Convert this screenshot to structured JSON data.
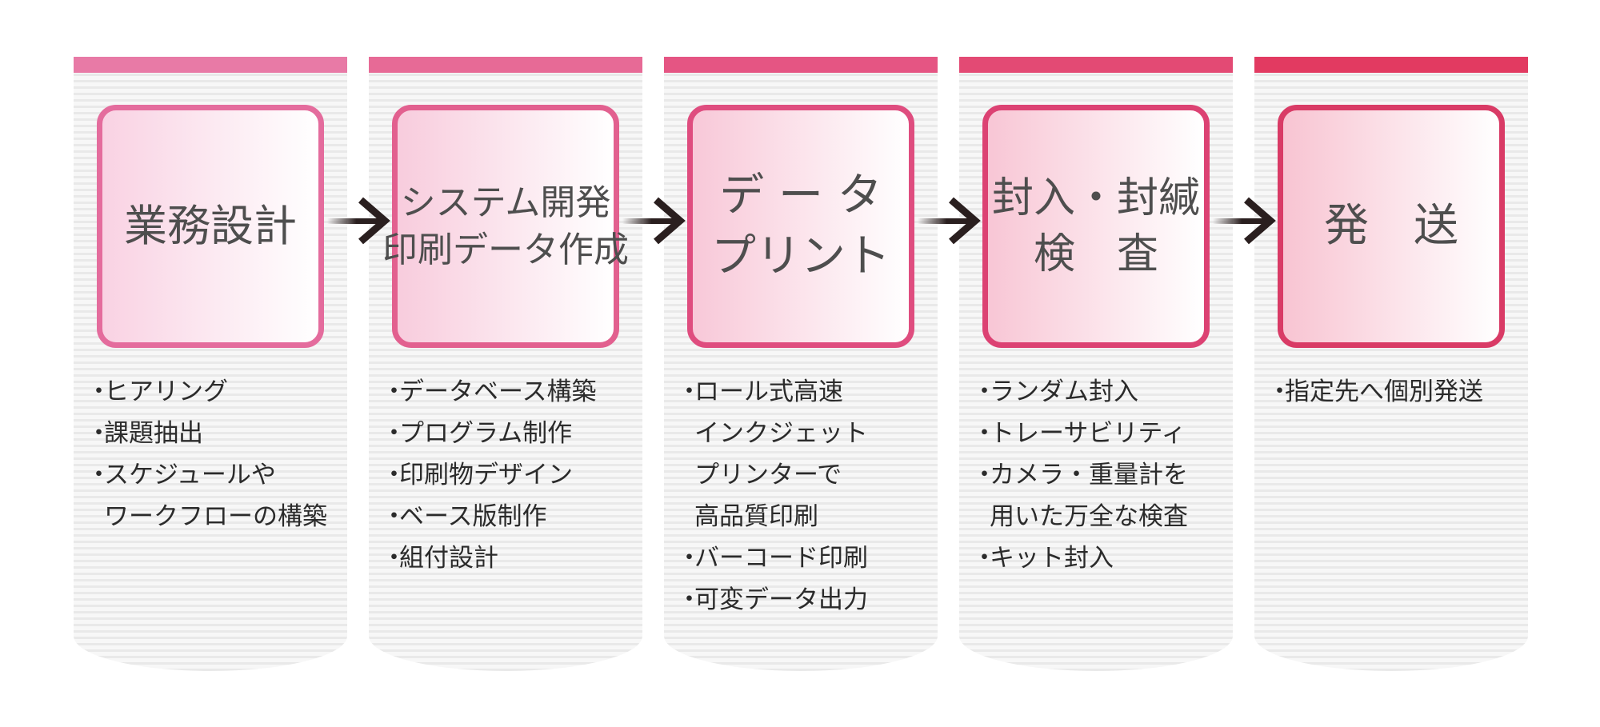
{
  "colors": {
    "column_background": "#f3f3f3",
    "arrow": "#2a1f1f",
    "steps": [
      {
        "bar": "#e87aa6",
        "border": "#e46c9d",
        "fill_from": "#f9d2e3"
      },
      {
        "bar": "#e76a96",
        "border": "#e2608f",
        "fill_from": "#f8ccdd"
      },
      {
        "bar": "#e55583",
        "border": "#df4d7f",
        "fill_from": "#f8c8d8"
      },
      {
        "bar": "#e34a74",
        "border": "#dc4273",
        "fill_from": "#f8c6d5"
      },
      {
        "bar": "#e23a61",
        "border": "#d93b66",
        "fill_from": "#f8c4d2"
      }
    ]
  },
  "icons": {
    "arrow": "right-arrow-icon"
  },
  "steps": [
    {
      "title": [
        "業務設計"
      ],
      "items": [
        {
          "bullet": "・",
          "text": "ヒアリング"
        },
        {
          "bullet": "・",
          "text": "課題抽出"
        },
        {
          "bullet": "・",
          "text": "スケジュールや\nワークフローの構築"
        }
      ]
    },
    {
      "title": [
        "システム開発",
        "印刷データ作成"
      ],
      "items": [
        {
          "bullet": "・",
          "text": "データベース構築"
        },
        {
          "bullet": "・",
          "text": "プログラム制作"
        },
        {
          "bullet": "・",
          "text": "印刷物デザイン"
        },
        {
          "bullet": "・",
          "text": "ベース版制作"
        },
        {
          "bullet": "・",
          "text": "組付設計"
        }
      ]
    },
    {
      "title": [
        "デ ー タ",
        "プリント"
      ],
      "items": [
        {
          "bullet": "・",
          "text": "ロール式高速\nインクジェット\nプリンターで\n高品質印刷"
        },
        {
          "bullet": "・",
          "text": "バーコード印刷"
        },
        {
          "bullet": "・",
          "text": "可変データ出力"
        }
      ]
    },
    {
      "title": [
        "封入・封緘",
        "検　査"
      ],
      "items": [
        {
          "bullet": "・",
          "text": "ランダム封入"
        },
        {
          "bullet": "・",
          "text": "トレーサビリティ"
        },
        {
          "bullet": "・",
          "text": "カメラ・重量計を\n用いた万全な検査"
        },
        {
          "bullet": "・",
          "text": "キット封入"
        }
      ]
    },
    {
      "title": [
        "発　送"
      ],
      "items": [
        {
          "bullet": "・",
          "text": "指定先へ個別発送"
        }
      ]
    }
  ]
}
